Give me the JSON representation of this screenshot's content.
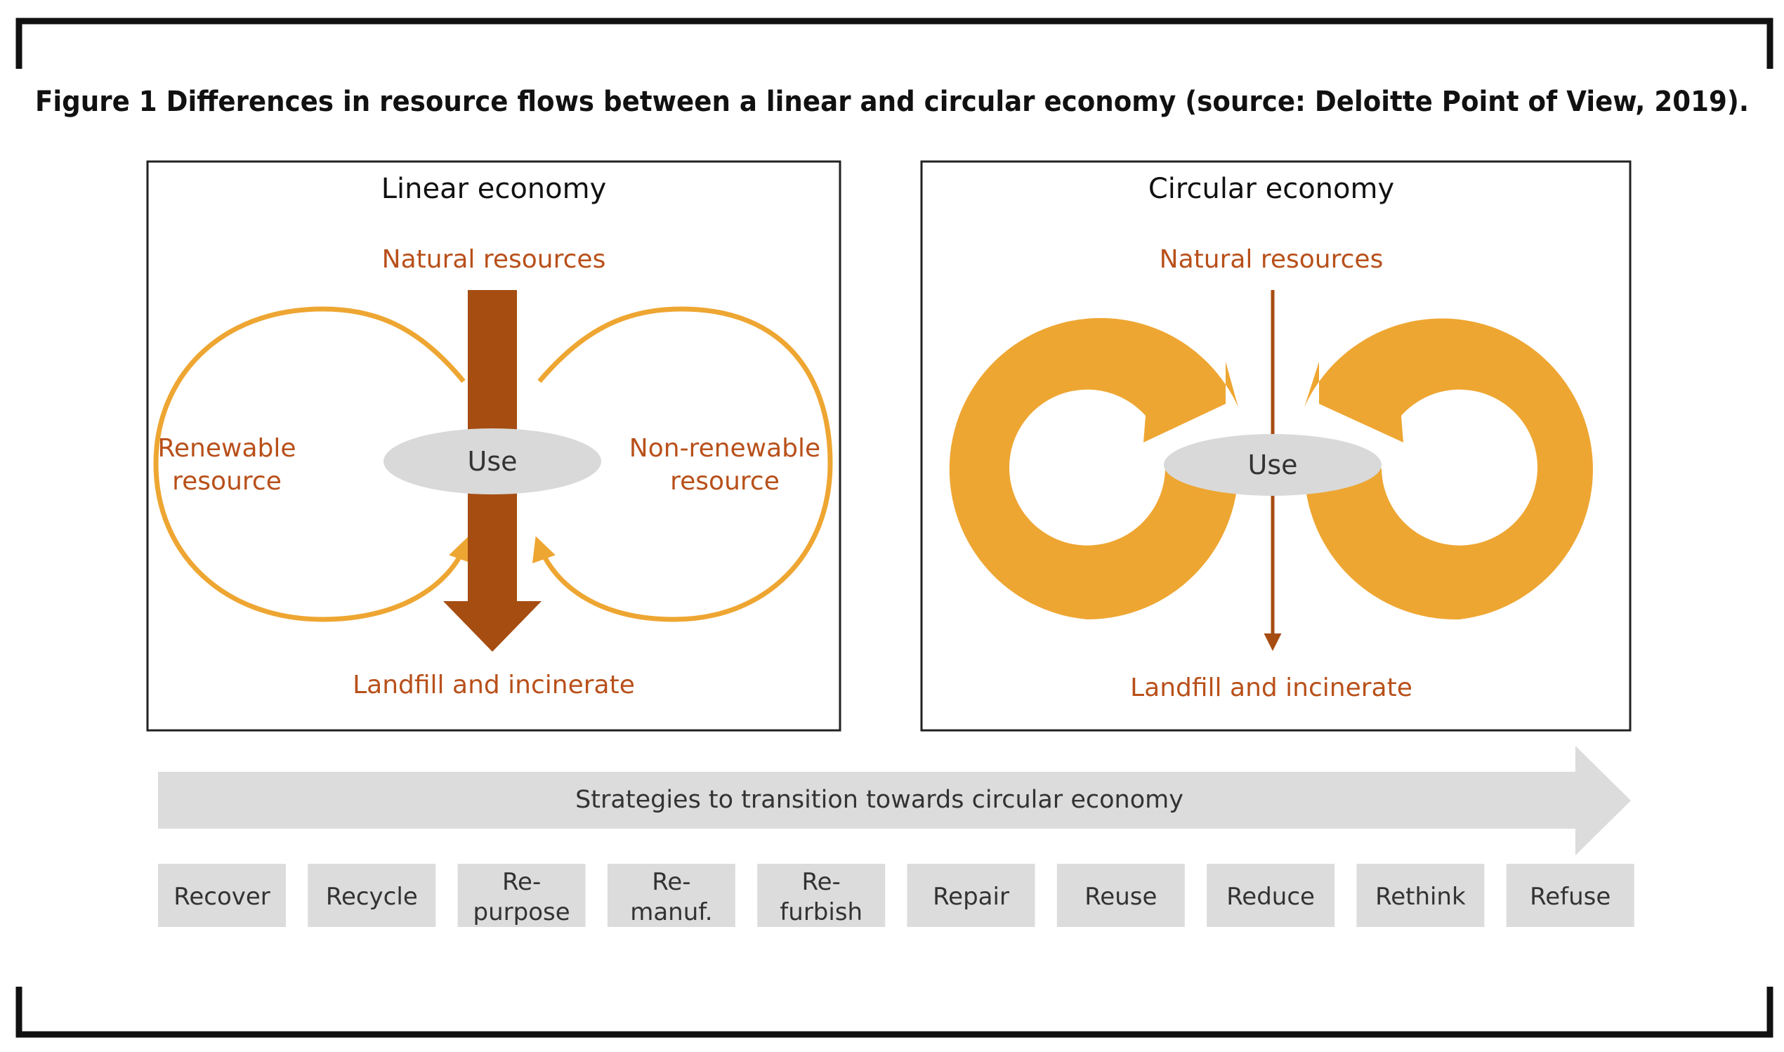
{
  "caption": "Figure 1 Differences in resource flows between a linear and circular economy (source: Deloitte Point of View, 2019).",
  "linear": {
    "title": "Linear economy",
    "top_label": "Natural resources",
    "left_label_line1": "Renewable",
    "left_label_line2": "resource",
    "right_label_line1": "Non-renewable",
    "right_label_line2": "resource",
    "center_label": "Use",
    "bottom_label": "Landfill and incinerate"
  },
  "circular": {
    "title": "Circular economy",
    "top_label": "Natural resources",
    "center_label": "Use",
    "bottom_label": "Landfill and incinerate"
  },
  "strategy": {
    "arrow_label": "Strategies to transition towards circular economy",
    "steps": [
      {
        "line1": "Recover",
        "line2": ""
      },
      {
        "line1": "Recycle",
        "line2": ""
      },
      {
        "line1": "Re-",
        "line2": "purpose"
      },
      {
        "line1": "Re-",
        "line2": "manuf."
      },
      {
        "line1": "Re-",
        "line2": "furbish"
      },
      {
        "line1": "Repair",
        "line2": ""
      },
      {
        "line1": "Reuse",
        "line2": ""
      },
      {
        "line1": "Reduce",
        "line2": ""
      },
      {
        "line1": "Rethink",
        "line2": ""
      },
      {
        "line1": "Refuse",
        "line2": ""
      }
    ]
  },
  "colors": {
    "dark_orange": "#a64d12",
    "light_orange": "#eea632",
    "text_orange": "#b8501a",
    "grey": "#dcdcdc",
    "ellipse_grey": "#d9d9d9"
  }
}
